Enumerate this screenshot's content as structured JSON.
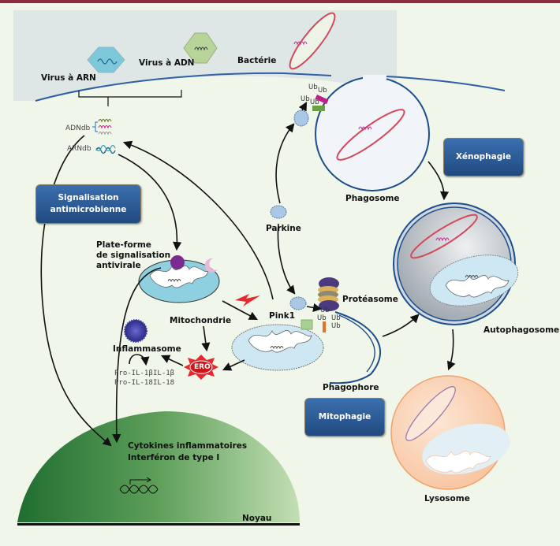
{
  "figure": {
    "labels": {
      "virus_arn": "Virus à ARN",
      "virus_adn": "Virus à ADN",
      "bacterie": "Bactérie",
      "adndb": "ADNdb",
      "arndb": "ARNdb",
      "phagosome": "Phagosome",
      "parkine": "Parkine",
      "plateforme": "Plate-forme\nde signalisation\nantivirale",
      "mitochondrie": "Mitochondrie",
      "inflammasome": "Inflammasome",
      "pro_il1b": "Pro-IL-1β",
      "il1b": "IL-1β",
      "pro_il18": "Pro-IL-18",
      "il18": "IL-18",
      "ero": "ERO",
      "pink1": "Pink1",
      "proteasome": "Protéasome",
      "phagophore": "Phagophore",
      "autophagosome": "Autophagosome",
      "lysosome": "Lysosome",
      "cytokines": "Cytokines inflammatoires",
      "interferon": "Interféron de type I",
      "noyau": "Noyau",
      "ub": "Ub"
    },
    "boxes": {
      "signalisation": "Signalisation\nantimicrobienne",
      "xenophagie": "Xénophagie",
      "mitophagie": "Mitophagie"
    },
    "colors": {
      "background": "#f0f6e9",
      "extracellular": "#dfe7e6",
      "membrane": "#2f5fa6",
      "box_fill": "#2b5a95",
      "rna_virus": "#7ec8dc",
      "dna_virus": "#b8d49b",
      "bacteria_outline": "#d34a5b",
      "mitochondria": "#8fd0e0",
      "nucleus_dark": "#2a7a3a",
      "nucleus_light": "#b8d8a8",
      "ero": "#e8262b",
      "inflammasome": "#3d3b9c",
      "lysosome": "#f9cfae",
      "proteasome_purple": "#4b3b7e",
      "proteasome_gold": "#d9b35c"
    }
  }
}
